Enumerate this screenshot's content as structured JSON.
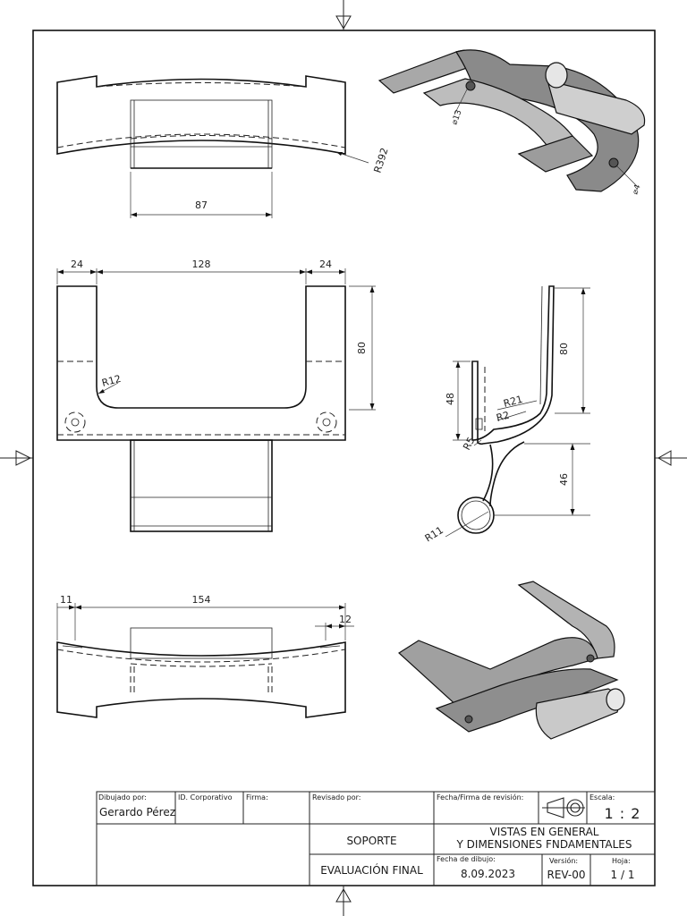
{
  "title_block": {
    "drawn_by_label": "Dibujado por:",
    "drawn_by": "Gerardo Pérez",
    "corporate_id_label": "ID. Corporativo",
    "signature_label": "Firma:",
    "reviewed_by_label": "Revisado por:",
    "revision_date_label": "Fecha/Firma de revisión:",
    "scale_label": "Escala:",
    "scale": "1 : 2",
    "part_name": "SOPORTE",
    "sheet_title_line1": "VISTAS EN GENERAL",
    "sheet_title_line2": "Y DIMENSIONES FNDAMENTALES",
    "purpose": "EVALUACIÓN FINAL",
    "drawing_date_label": "Fecha de dibujo:",
    "drawing_date": "8.09.2023",
    "version_label": "Versión:",
    "version": "REV-00",
    "sheet_label": "Hoja:",
    "sheet": "1 / 1"
  },
  "dimensions": {
    "top_view_width": "87",
    "top_view_radius": "R392",
    "front_left_flange": "24",
    "front_opening": "128",
    "front_right_flange": "24",
    "front_height": "80",
    "front_inner_radius": "R12",
    "side_height_upper": "80",
    "side_height_left": "48",
    "side_radius_21": "R21",
    "side_radius_2": "R2",
    "side_radius_5": "R5",
    "side_height_lower": "46",
    "side_radius_11": "R11",
    "bottom_left_offset": "11",
    "bottom_length": "154",
    "bottom_right_offset": "12",
    "iso_hole_13": "⌀13",
    "iso_hole_4": "⌀4"
  }
}
